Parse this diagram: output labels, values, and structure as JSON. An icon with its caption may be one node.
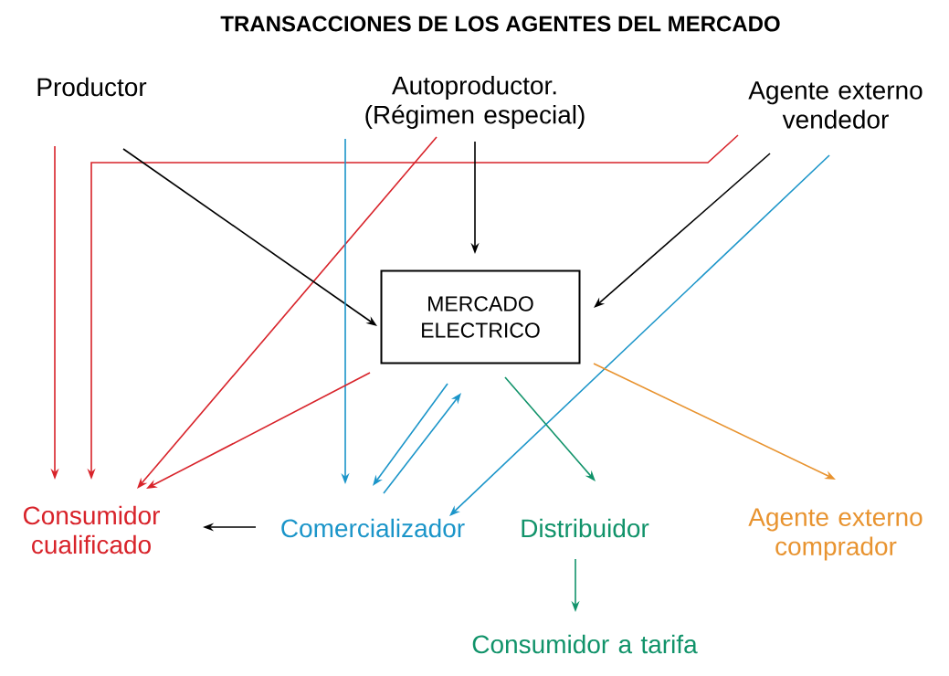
{
  "diagram": {
    "title": "TRANSACCIONES DE LOS AGENTES DEL MERCADO",
    "nodes": [
      {
        "text": [
          "Productor"
        ]
      },
      {
        "text": [
          "Autoproductor. (Régimen especial)"
        ]
      },
      {
        "text": [
          "Agente externo vendedor"
        ]
      },
      {
        "text": [
          "MERCADO ELECTRICO"
        ]
      },
      {
        "text": [
          "Consumidor cualificado"
        ]
      },
      {
        "text": [
          "Comercializador"
        ]
      },
      {
        "text": [
          "Distribuidor"
        ]
      },
      {
        "text": [
          "Agente externo comprador"
        ]
      },
      {
        "text": [
          "Consumidor a tarifa"
        ]
      }
    ],
    "edges": [
      {
        "from": 0,
        "to": 4,
        "arrow": "to",
        "color": "#d8232a"
      },
      {
        "from": 2,
        "to": 4,
        "arrow": "to",
        "color": "#d8232a"
      },
      {
        "from": 1,
        "to": 4,
        "arrow": "to",
        "color": "#d8232a"
      },
      {
        "from": 0,
        "to": 3,
        "arrow": "to",
        "color": "#000000"
      },
      {
        "from": 1,
        "to": 3,
        "arrow": "to",
        "color": "#000000"
      },
      {
        "from": 2,
        "to": 3,
        "arrow": "to",
        "color": "#000000"
      },
      {
        "from": 1,
        "to": 5,
        "arrow": "to",
        "color": "#1b95c9"
      },
      {
        "from": 2,
        "to": 5,
        "arrow": "to",
        "color": "#1b95c9"
      },
      {
        "from": 3,
        "to": 4,
        "arrow": "to",
        "color": "#d8232a"
      },
      {
        "from": 3,
        "to": 5,
        "arrow": "to",
        "color": "#1b95c9"
      },
      {
        "from": 5,
        "to": 3,
        "arrow": "to",
        "color": "#1b95c9"
      },
      {
        "from": 3,
        "to": 6,
        "arrow": "to",
        "color": "#11936a"
      },
      {
        "from": 3,
        "to": 7,
        "arrow": "to",
        "color": "#e8932f"
      },
      {
        "from": 5,
        "to": 4,
        "arrow": "to",
        "color": "#000000"
      },
      {
        "from": 6,
        "to": 8,
        "arrow": "to",
        "color": "#11936a"
      }
    ]
  }
}
